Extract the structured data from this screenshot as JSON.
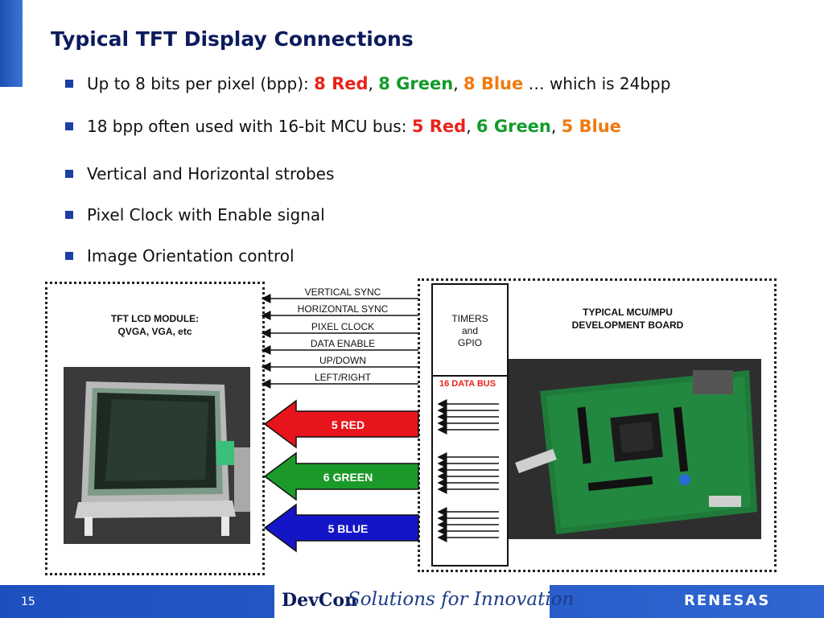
{
  "slide": {
    "title": "Typical TFT Display Connections",
    "bullets": [
      {
        "prefix": "Up to 8 bits per pixel (bpp):  ",
        "red": "8 Red",
        "sep1": ", ",
        "green": "8 Green",
        "sep2": ", ",
        "blue": "8 Blue",
        "suffix": " … which is 24bpp"
      },
      {
        "prefix": "18 bpp often used with 16-bit MCU bus: ",
        "red": "5 Red",
        "sep1": ", ",
        "green": "6 Green",
        "sep2": ", ",
        "blue": "5 Blue",
        "suffix": ""
      },
      {
        "text": "Vertical and Horizontal strobes"
      },
      {
        "text": "Pixel Clock with Enable signal"
      },
      {
        "text": "Image Orientation control"
      }
    ]
  },
  "diagram": {
    "lcd_module_label_line1": "TFT LCD MODULE:",
    "lcd_module_label_line2": "QVGA, VGA, etc",
    "signals": [
      "VERTICAL SYNC",
      "HORIZONTAL SYNC",
      "PIXEL CLOCK",
      "DATA ENABLE",
      "UP/DOWN",
      "LEFT/RIGHT"
    ],
    "timers_line1": "TIMERS",
    "timers_line2": "and",
    "timers_line3": "GPIO",
    "data_bus_label": "16 DATA BUS",
    "board_label_line1": "TYPICAL MCU/MPU",
    "board_label_line2": "DEVELOPMENT BOARD",
    "color_arrows": [
      {
        "label": "5 RED",
        "color": "#e8141b"
      },
      {
        "label": "6 GREEN",
        "color": "#1b9a2a"
      },
      {
        "label": "5 BLUE",
        "color": "#1515c8"
      }
    ],
    "lcd_photo_icon": "lcd-module-photo",
    "board_photo_icon": "mcu-board-photo"
  },
  "footer": {
    "page_number": "15",
    "devcon_logo_text": "DevCon",
    "tagline": "Solutions for Innovation",
    "brand_logo_text": "RENESAS",
    "bar_color": "#2a5ecb"
  }
}
